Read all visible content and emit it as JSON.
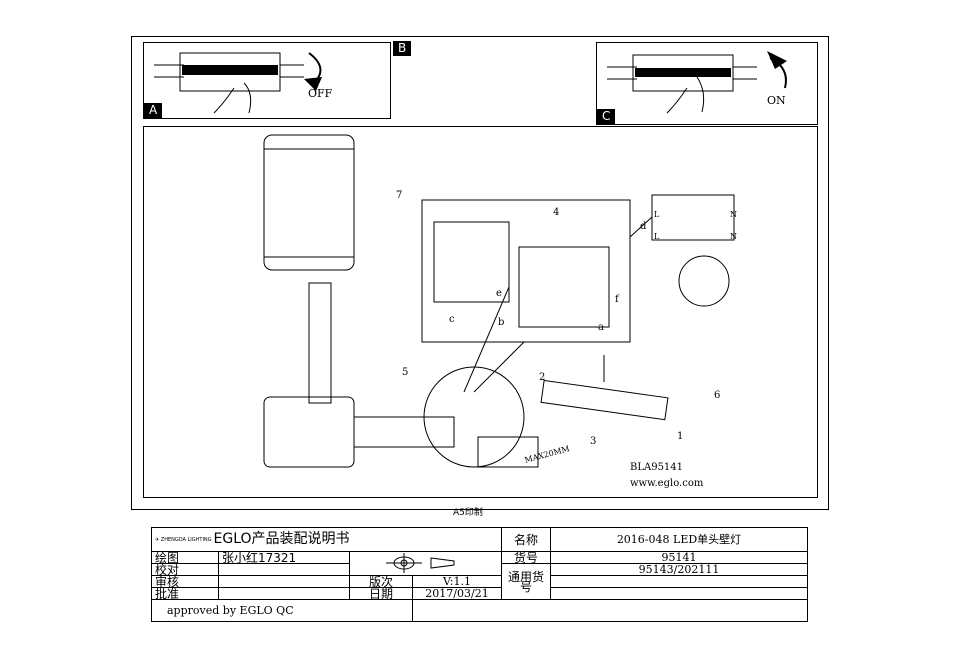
{
  "panels": {
    "a_tag": "A",
    "b_tag": "B",
    "c_tag": "C",
    "off_label": "OFF",
    "on_label": "ON"
  },
  "diagram": {
    "step7": "7",
    "step4": "4",
    "d": "d",
    "e": "e",
    "c": "c",
    "b": "b",
    "f": "f",
    "a": "a",
    "L1": "L",
    "N1": "N",
    "L2": "L",
    "N2": "N",
    "step5": "5",
    "step2": "2",
    "step6": "6",
    "step3": "3",
    "step1": "1",
    "max_label": "MAX20MM",
    "model": "BLA95141",
    "website": "www.eglo.com"
  },
  "print_note": "A5印制",
  "title_block": {
    "title": "EGLO产品装配说明书",
    "logo_text": "ZHENGDA LIGHTING",
    "drawn_label": "绘图",
    "drawn_value": "张小红17321",
    "checked_label": "校对",
    "review_label": "审核",
    "approve_label": "批准",
    "version_label": "版次",
    "version_value": "V:1.1",
    "date_label": "日期",
    "date_value": "2017/03/21",
    "name_label": "名称",
    "name_value": "2016-048 LED单头壁灯",
    "item_label": "货号",
    "item_value": "95141",
    "common_label": "通用货号",
    "common_value": "95143/202111",
    "approved_note": "approved by EGLO QC"
  }
}
